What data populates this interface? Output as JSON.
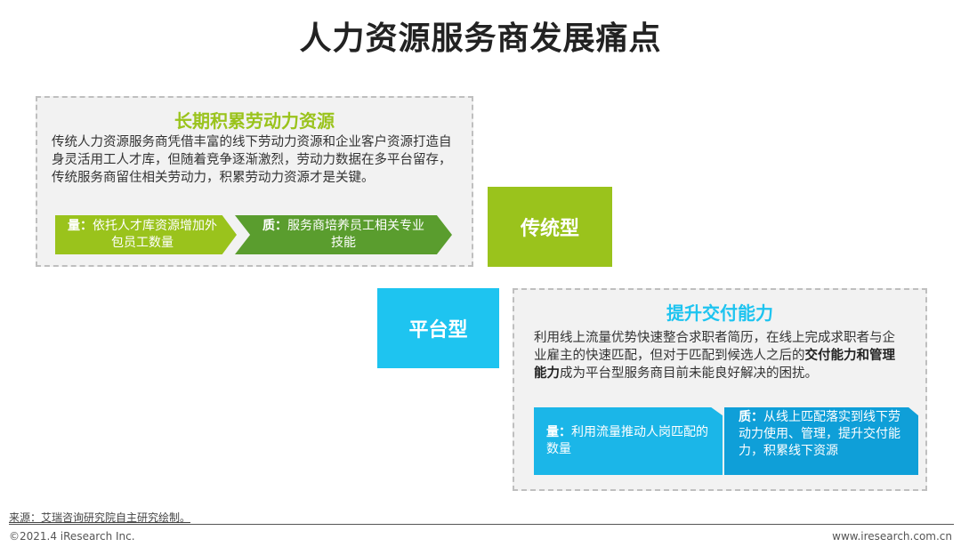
{
  "title": "人力资源服务商发展痛点",
  "colors": {
    "green": "#9ac31c",
    "dark_green": "#5a9d2e",
    "cyan": "#1ec4f0",
    "blue": "#0f9fd8"
  },
  "traditional": {
    "heading": "长期积累劳动力资源",
    "body": "传统人力资源服务商凭借丰富的线下劳动力资源和企业客户资源打造自身灵活用工人才库，但随着竞争逐渐激烈，劳动力数据在多平台留存，传统服务商留住相关劳动力，积累劳动力资源才是关键。",
    "qty_lead": "量：",
    "qty_text": "依托人才库资源增加外包员工数量",
    "qual_lead": "质：",
    "qual_text": "服务商培养员工相关专业技能",
    "type_label": "传统型"
  },
  "platform": {
    "heading": "提升交付能力",
    "body_pre": "利用线上流量优势快速整合求职者简历，在线上完成求职者与企业雇主的快速匹配，但对于匹配到候选人之后的",
    "body_bold": "交付能力和管理能力",
    "body_post": "成为平台型服务商目前未能良好解决的困扰。",
    "qty_lead": "量：",
    "qty_text": "利用流量推动人岗匹配的数量",
    "qual_lead": "质：",
    "qual_text": "从线上匹配落实到线下劳动力使用、管理，提升交付能力，积累线下资源",
    "type_label": "平台型"
  },
  "footer": {
    "source": "来源：艾瑞咨询研究院自主研究绘制。",
    "copyright": "©2021.4 iResearch Inc.",
    "website": "www.iresearch.com.cn"
  }
}
